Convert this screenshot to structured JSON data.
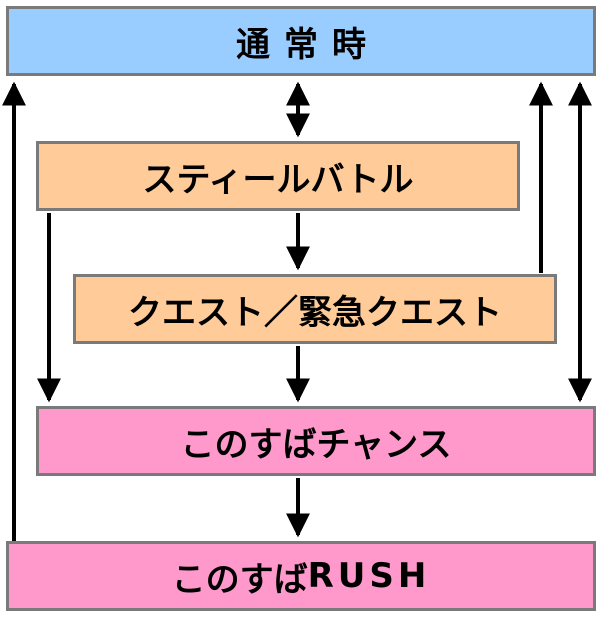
{
  "colors": {
    "normal_fill": "#99ccff",
    "orange_fill": "#ffcc99",
    "pink_fill": "#ff99cc",
    "border": "#7a7a7a",
    "arrow": "#000000"
  },
  "nodes": {
    "normal": "通常時",
    "steal_battle": "スティールバトル",
    "quest": "クエスト／緊急クエスト",
    "chance": "このすばチャンス",
    "rush_prefix": "このすば",
    "rush_suffix": "RUSH"
  },
  "edges": [
    {
      "from": "normal",
      "to": "steal_battle",
      "direction": "both"
    },
    {
      "from": "steal_battle",
      "to": "quest",
      "direction": "forward"
    },
    {
      "from": "quest",
      "to": "chance",
      "direction": "forward"
    },
    {
      "from": "steal_battle",
      "to": "chance",
      "direction": "forward"
    },
    {
      "from": "quest",
      "to": "normal",
      "direction": "forward"
    },
    {
      "from": "normal",
      "to": "chance",
      "direction": "both"
    },
    {
      "from": "chance",
      "to": "rush",
      "direction": "forward"
    },
    {
      "from": "rush",
      "to": "normal",
      "direction": "forward"
    }
  ]
}
